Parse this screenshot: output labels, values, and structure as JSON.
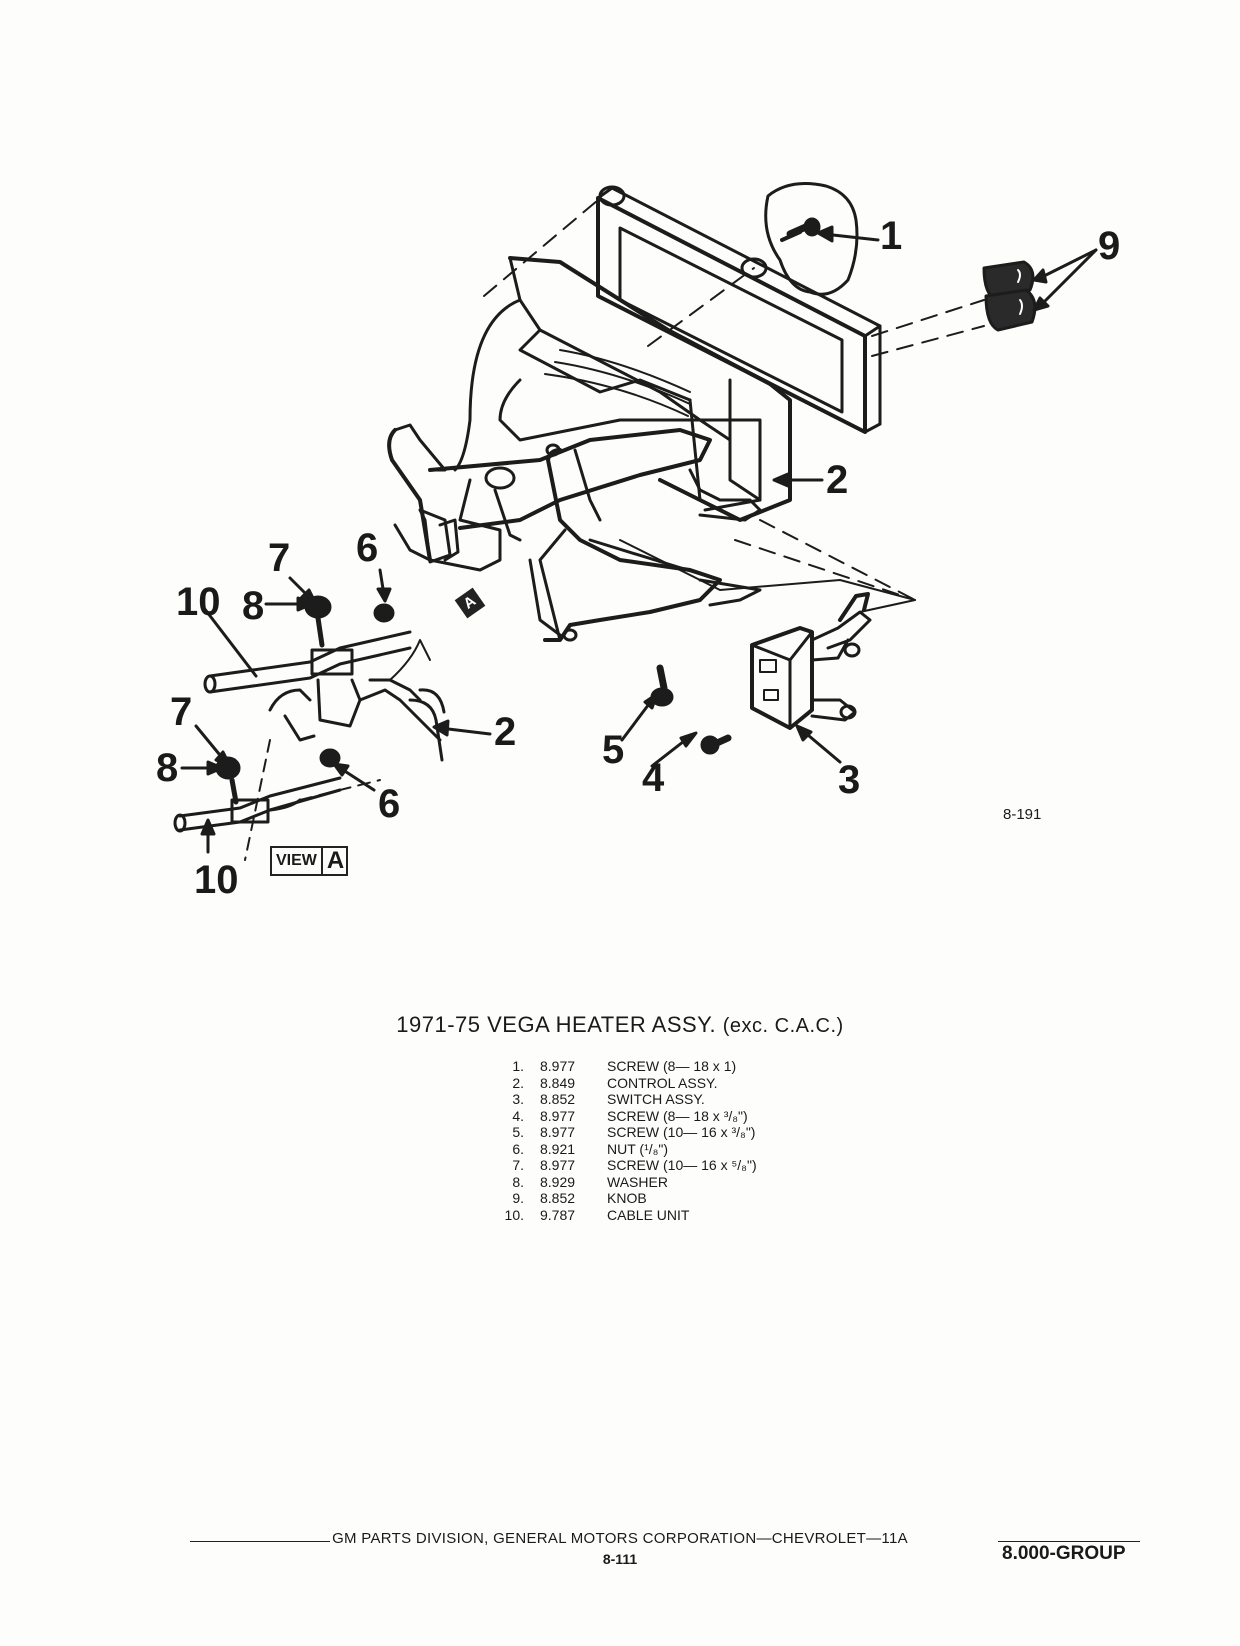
{
  "figure_ref": "8-191",
  "callouts": {
    "c1": "1",
    "c9": "9",
    "c2_main": "2",
    "c2_view": "2",
    "c3": "3",
    "c4": "4",
    "c5": "5",
    "c6_top": "6",
    "c6_bottom": "6",
    "c7_top": "7",
    "c7_bottom": "7",
    "c8_top": "8",
    "c8_bottom": "8",
    "c10_top": "10",
    "c10_bottom": "10"
  },
  "view_tag": {
    "word": "VIEW",
    "letter": "A"
  },
  "view_badge": "A",
  "title": {
    "main": "1971-75 VEGA HEATER ASSY.",
    "sub": "(exc. C.A.C.)"
  },
  "parts": [
    {
      "num": "1.",
      "group": "8.977",
      "desc": "SCREW (8— 18 x 1)"
    },
    {
      "num": "2.",
      "group": "8.849",
      "desc": "CONTROL ASSY."
    },
    {
      "num": "3.",
      "group": "8.852",
      "desc": "SWITCH ASSY."
    },
    {
      "num": "4.",
      "group": "8.977",
      "desc": "SCREW (8— 18 x ³/₈\")"
    },
    {
      "num": "5.",
      "group": "8.977",
      "desc": "SCREW (10— 16 x ³/₈\")"
    },
    {
      "num": "6.",
      "group": "8.921",
      "desc": "NUT (¹/₈\")"
    },
    {
      "num": "7.",
      "group": "8.977",
      "desc": "SCREW (10— 16 x ⁵/₈\")"
    },
    {
      "num": "8.",
      "group": "8.929",
      "desc": "WASHER"
    },
    {
      "num": "9.",
      "group": "8.852",
      "desc": "KNOB"
    },
    {
      "num": "10.",
      "group": "9.787",
      "desc": "CABLE UNIT"
    }
  ],
  "footer": {
    "division": "GM PARTS DIVISION, GENERAL MOTORS CORPORATION—CHEVROLET—11A",
    "page": "8-111",
    "group": "8.000-GROUP"
  }
}
